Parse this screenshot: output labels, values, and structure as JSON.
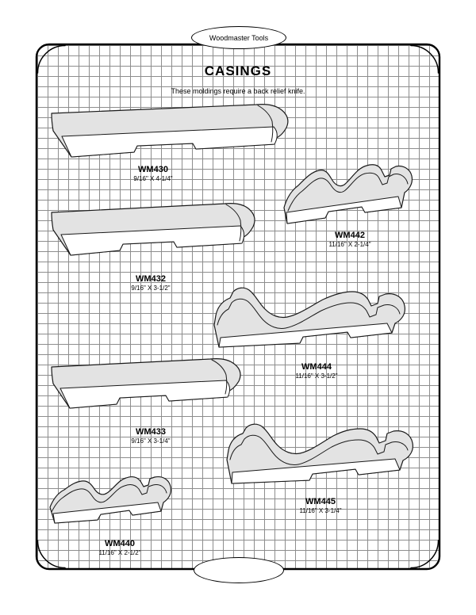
{
  "brand": {
    "name": "Woodmaster Tools"
  },
  "header": {
    "title": "CASINGS",
    "note": "These moldings require a back relief knife."
  },
  "moldings": [
    {
      "model": "WM430",
      "dims": "9/16\" X 4-1/4\""
    },
    {
      "model": "WM442",
      "dims": "11/16\" X 2-1/4\""
    },
    {
      "model": "WM432",
      "dims": "9/16\" X 3-1/2\""
    },
    {
      "model": "WM444",
      "dims": "11/16\" X 3-1/2\""
    },
    {
      "model": "WM433",
      "dims": "9/16\" X 3-1/4\""
    },
    {
      "model": "WM445",
      "dims": "11/16\" X 3-1/4\""
    },
    {
      "model": "WM440",
      "dims": "11/16\" X 2-1/2\""
    }
  ],
  "colors": {
    "profile_fill": "#e3e3e3",
    "profile_face": "#ffffff",
    "grid_line": "#8d8d8d",
    "line": "#1a1a1a"
  }
}
